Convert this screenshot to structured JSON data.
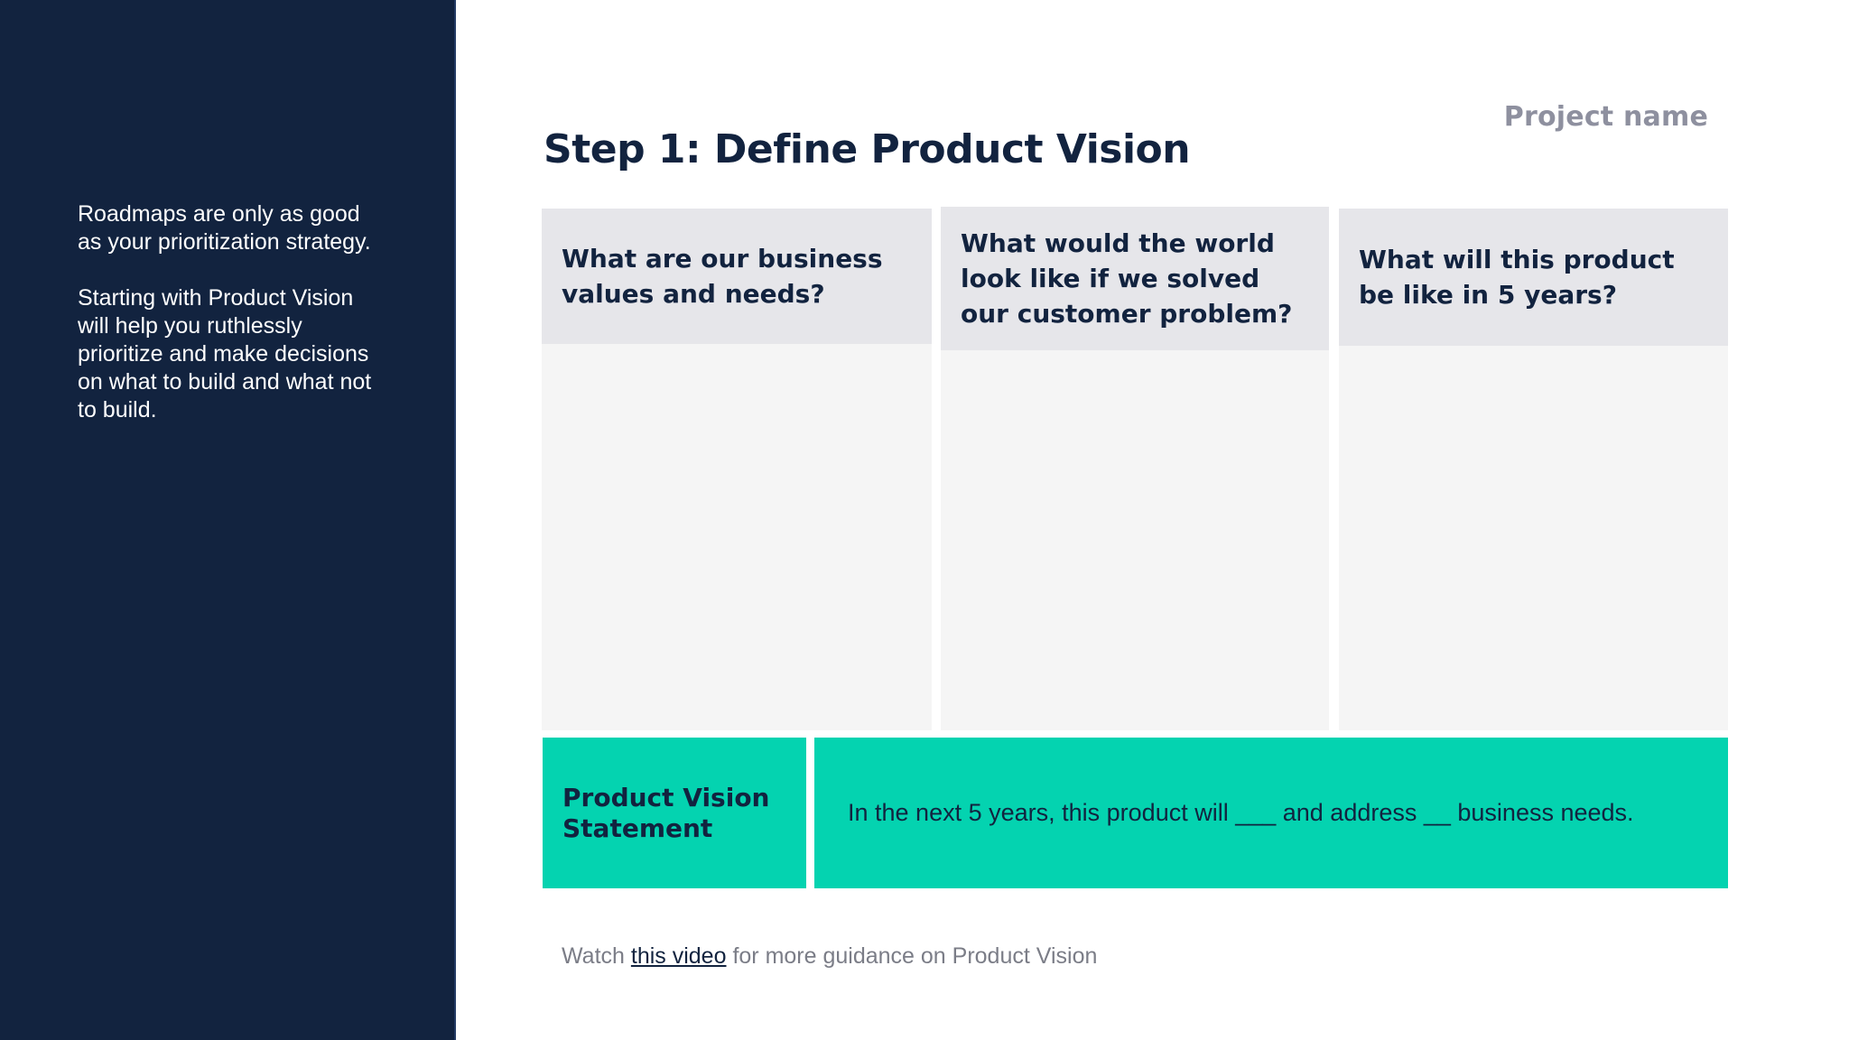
{
  "sidebar": {
    "paragraphs": [
      "Roadmaps are only as good as your prioritization strategy.",
      "Starting with Product Vision will help you ruthlessly prioritize and make decisions on what to build and what not to build."
    ]
  },
  "header": {
    "project_name": "Project name",
    "title": "Step 1: Define Product Vision"
  },
  "columns": [
    {
      "question": "What are our business values and needs?"
    },
    {
      "question": "What would the world look like if we solved our customer problem?"
    },
    {
      "question": "What will this product be like in 5 years?"
    }
  ],
  "vision": {
    "label": "Product Vision Statement",
    "statement": "In the next 5 years, this product will ___ and address __ business needs."
  },
  "footer": {
    "prefix": "Watch ",
    "link_text": "this video",
    "suffix": " for more guidance on Product Vision"
  },
  "colors": {
    "sidebar_bg": "#12233f",
    "accent": "#04d3b0",
    "header_cell_bg": "#e6e6ea",
    "body_cell_bg": "#f5f5f5"
  }
}
